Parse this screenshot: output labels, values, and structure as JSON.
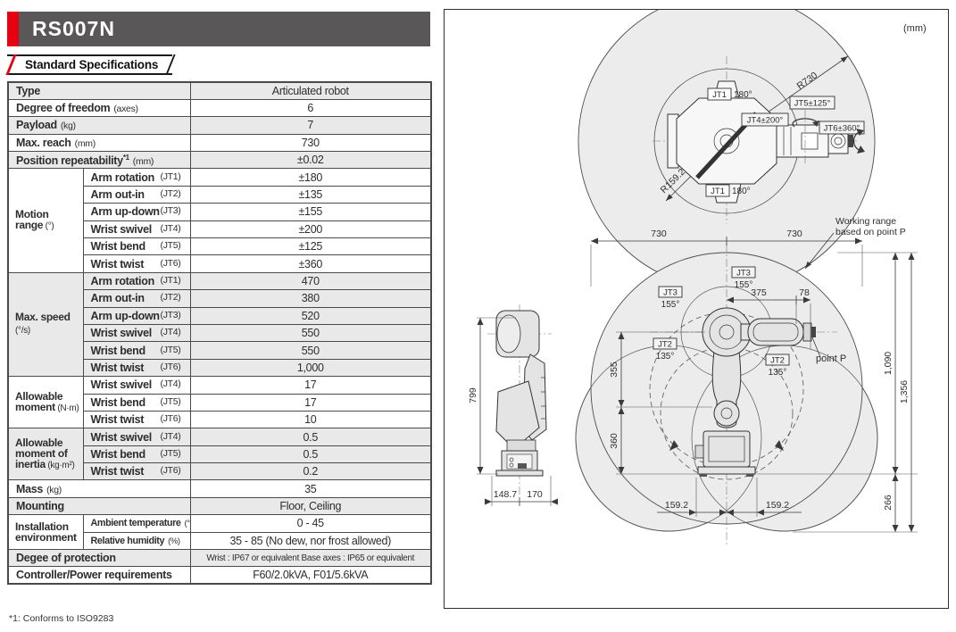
{
  "page": {
    "title": "RS007N",
    "section_title": "Standard Specifications",
    "footnote": "*1: Conforms to ISO9283"
  },
  "colors": {
    "accent_red": "#e60012",
    "banner_gray": "#595757",
    "row_shade": "#e9e9e9",
    "table_border": "#4a4a4a",
    "diagram_fill": "#ececec"
  },
  "spec_table": {
    "rows": [
      {
        "shade": true,
        "span": 2,
        "label": "Type",
        "unit": "",
        "value": "Articulated robot"
      },
      {
        "shade": false,
        "span": 2,
        "label": "Degree of freedom",
        "unit": "(axes)",
        "value": "6"
      },
      {
        "shade": true,
        "span": 2,
        "label": "Payload",
        "unit": "(kg)",
        "value": "7"
      },
      {
        "shade": false,
        "span": 2,
        "label": "Max. reach",
        "unit": "(mm)",
        "value": "730"
      },
      {
        "shade": true,
        "span": 2,
        "label": "Position repeatability",
        "sup": "*1",
        "unit": "(mm)",
        "value": "±0.02"
      },
      {
        "shade": false,
        "group": {
          "label": "Motion range",
          "unit": "(°)",
          "rows": 6
        },
        "jt": true,
        "label": "Arm rotation",
        "unit": "(JT1)",
        "value": "±180"
      },
      {
        "shade": false,
        "jt": true,
        "label": "Arm out-in",
        "unit": "(JT2)",
        "value": "±135"
      },
      {
        "shade": false,
        "jt": true,
        "label": "Arm up-down",
        "unit": "(JT3)",
        "value": "±155"
      },
      {
        "shade": false,
        "jt": true,
        "label": "Wrist swivel",
        "unit": "(JT4)",
        "value": "±200"
      },
      {
        "shade": false,
        "jt": true,
        "label": "Wrist bend",
        "unit": "(JT5)",
        "value": "±125"
      },
      {
        "shade": false,
        "jt": true,
        "label": "Wrist twist",
        "unit": "(JT6)",
        "value": "±360"
      },
      {
        "shade": true,
        "group": {
          "label": "Max. speed",
          "unit": "(°/s)",
          "rows": 6
        },
        "jt": true,
        "label": "Arm rotation",
        "unit": "(JT1)",
        "value": "470"
      },
      {
        "shade": true,
        "jt": true,
        "label": "Arm out-in",
        "unit": "(JT2)",
        "value": "380"
      },
      {
        "shade": true,
        "jt": true,
        "label": "Arm up-down",
        "unit": "(JT3)",
        "value": "520"
      },
      {
        "shade": true,
        "jt": true,
        "label": "Wrist swivel",
        "unit": "(JT4)",
        "value": "550"
      },
      {
        "shade": true,
        "jt": true,
        "label": "Wrist bend",
        "unit": "(JT5)",
        "value": "550"
      },
      {
        "shade": true,
        "jt": true,
        "label": "Wrist twist",
        "unit": "(JT6)",
        "value": "1,000"
      },
      {
        "shade": false,
        "group": {
          "label": "Allowable moment",
          "unit": "(N·m)",
          "rows": 3
        },
        "jt": true,
        "label": "Wrist swivel",
        "unit": "(JT4)",
        "value": "17"
      },
      {
        "shade": false,
        "jt": true,
        "label": "Wrist bend",
        "unit": "(JT5)",
        "value": "17"
      },
      {
        "shade": false,
        "jt": true,
        "label": "Wrist twist",
        "unit": "(JT6)",
        "value": "10"
      },
      {
        "shade": true,
        "group": {
          "label": "Allowable moment of inertia",
          "unit": "(kg·m²)",
          "rows": 3
        },
        "jt": true,
        "label": "Wrist swivel",
        "unit": "(JT4)",
        "value": "0.5"
      },
      {
        "shade": true,
        "jt": true,
        "label": "Wrist bend",
        "unit": "(JT5)",
        "value": "0.5"
      },
      {
        "shade": true,
        "jt": true,
        "label": "Wrist twist",
        "unit": "(JT6)",
        "value": "0.2"
      },
      {
        "shade": false,
        "span": 2,
        "label": "Mass",
        "unit": "(kg)",
        "value": "35"
      },
      {
        "shade": true,
        "span": 2,
        "label": "Mounting",
        "unit": "",
        "value": "Floor, Ceiling"
      },
      {
        "shade": false,
        "group": {
          "label": "Installation environment",
          "unit": "",
          "rows": 2
        },
        "small_label": true,
        "label": "Ambient temperature",
        "unit": "(°C)",
        "value": "0 - 45"
      },
      {
        "shade": false,
        "small_label": true,
        "label": "Relative humidity",
        "unit": "(%)",
        "value": "35 - 85 (No dew, nor frost allowed)"
      },
      {
        "shade": true,
        "span": 2,
        "label": "Degee of protection",
        "unit": "",
        "value": "Wrist : IP67 or equivalent Base axes : IP65 or equivalent",
        "small_value": true
      },
      {
        "shade": false,
        "span": 2,
        "label": "Controller/Power requirements",
        "unit": "",
        "value": "F60/2.0kVA, F01/5.6kVA"
      }
    ]
  },
  "diagram": {
    "unit_note": "(mm)",
    "top_view": {
      "jt1_box": "JT1",
      "jt1_angle": "180°",
      "jt4_label": "JT4±200°",
      "jt5_label": "JT5±125°",
      "jt6_label": "JT6±360°",
      "radius_outer": "R730",
      "radius_inner": "R159.2"
    },
    "front_view": {
      "jt3_box": "JT3",
      "jt3_angle": "155°",
      "jt2_box": "JT2",
      "jt2_angle": "135°",
      "point_p": "point P",
      "note_line1": "Working range",
      "note_line2": "based on point P",
      "dim_730_left": "730",
      "dim_730_right": "730",
      "dim_375": "375",
      "dim_78": "78",
      "dim_355": "355",
      "dim_360": "360",
      "dim_1090": "1,090",
      "dim_1356": "1,356",
      "dim_266": "266",
      "dim_159_left": "159.2",
      "dim_159_right": "159.2"
    },
    "side_view": {
      "dim_799": "799",
      "dim_1487": "148.7",
      "dim_170": "170"
    }
  }
}
